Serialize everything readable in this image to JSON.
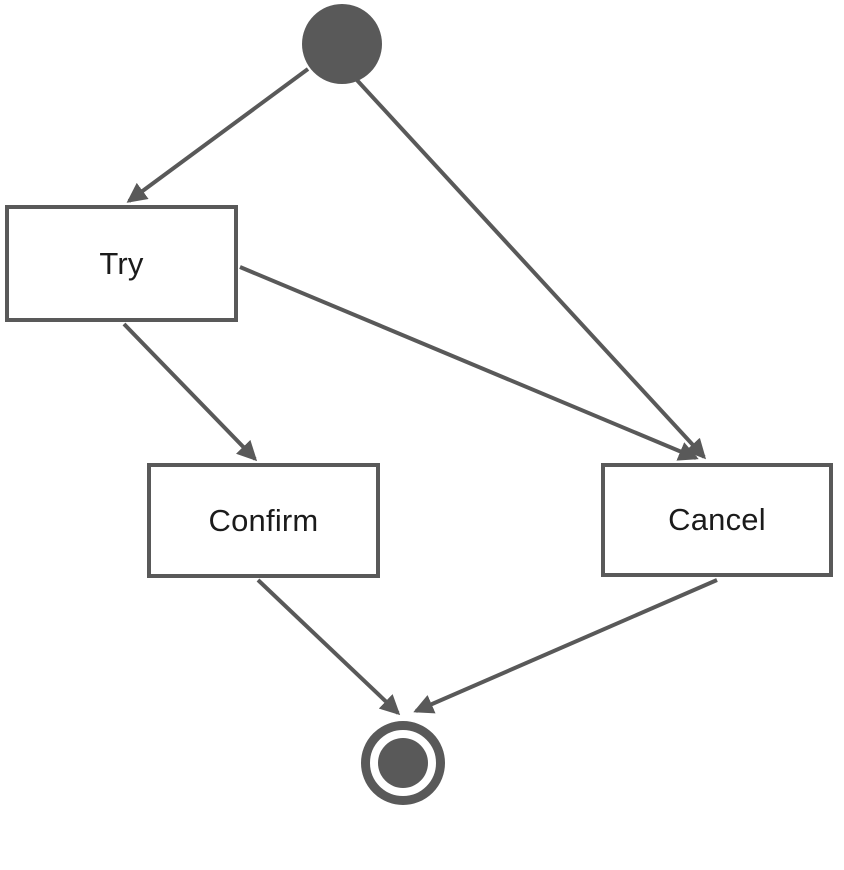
{
  "diagram": {
    "type": "uml-state-diagram",
    "background": "#ffffff",
    "colors": {
      "shape": "#595959",
      "text": "#1b1b1b",
      "state_fill": "#ffffff"
    },
    "nodes": [
      {
        "id": "initial",
        "kind": "initial-state",
        "label": ""
      },
      {
        "id": "try",
        "kind": "state",
        "label": "Try"
      },
      {
        "id": "confirm",
        "kind": "state",
        "label": "Confirm"
      },
      {
        "id": "cancel",
        "kind": "state",
        "label": "Cancel"
      },
      {
        "id": "final",
        "kind": "final-state",
        "label": ""
      }
    ],
    "edges": [
      {
        "from": "initial",
        "to": "try"
      },
      {
        "from": "initial",
        "to": "cancel"
      },
      {
        "from": "try",
        "to": "confirm"
      },
      {
        "from": "try",
        "to": "cancel"
      },
      {
        "from": "confirm",
        "to": "final"
      },
      {
        "from": "cancel",
        "to": "final"
      }
    ]
  }
}
